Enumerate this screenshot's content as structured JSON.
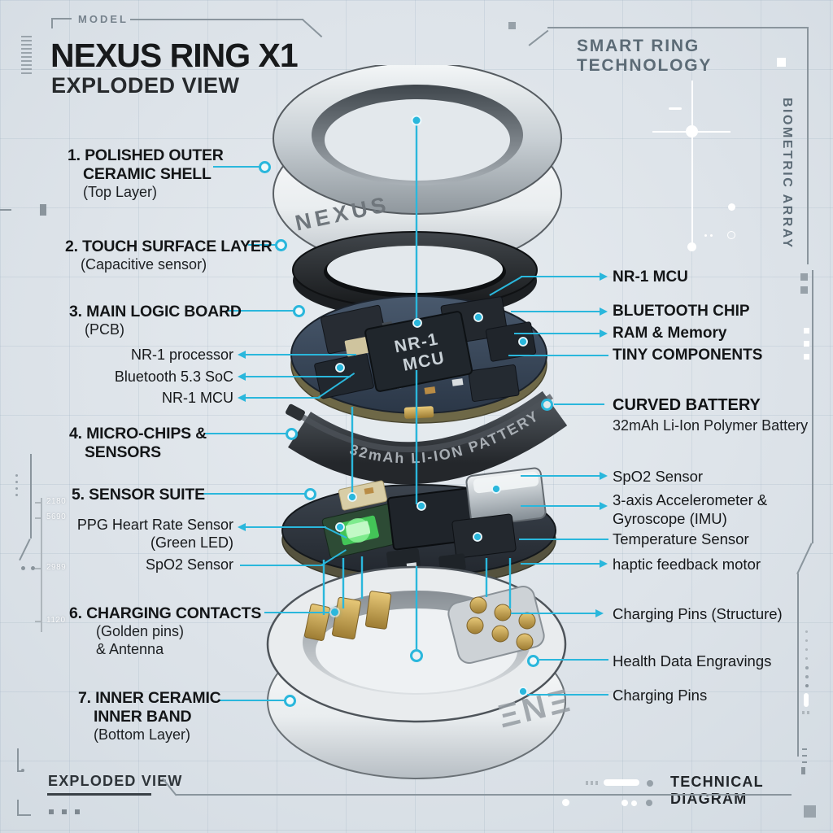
{
  "header": {
    "model_label": "MODEL",
    "title": "NEXUS RING X1",
    "subtitle": "EXPLODED VIEW",
    "tagline": "SMART RING TECHNOLOGY",
    "side_label": "BIOMETRIC ARRAY"
  },
  "footer": {
    "left_label": "EXPLODED VIEW",
    "right_label": "TECHNICAL DIAGRAM"
  },
  "ring": {
    "engraving_top": "NEXUS",
    "chip_line1": "NR-1",
    "chip_line2": "MCU",
    "battery_text": "32mAh LI-ION PATTERY",
    "engraving_bottom": "ΞNΞ"
  },
  "ruler": {
    "ticks": [
      "2180",
      "5690",
      "2989",
      "1120"
    ]
  },
  "left_labels": [
    {
      "lines": [
        "1. POLISHED OUTER",
        "CERAMIC SHELL"
      ],
      "sub": [
        "(Top Layer)"
      ]
    },
    {
      "lines": [
        "2. TOUCH SURFACE LAYER"
      ],
      "sub": [
        "(Capacitive sensor)"
      ]
    },
    {
      "lines": [
        "3. MAIN LOGIC BOARD"
      ],
      "sub": [
        "(PCB)"
      ]
    },
    {
      "lines": [
        "4. MICRO-CHIPS &",
        "SENSORS"
      ],
      "sub": []
    },
    {
      "lines": [
        "5. SENSOR SUITE"
      ],
      "sub": []
    },
    {
      "lines": [
        "6. CHARGING CONTACTS"
      ],
      "sub": [
        "(Golden pins)",
        "& Antenna"
      ]
    },
    {
      "lines": [
        "7. INNER CERAMIC",
        "INNER BAND"
      ],
      "sub": [
        "(Bottom Layer)"
      ]
    }
  ],
  "left_sublabels": [
    {
      "lines": [
        "NR-1 processor"
      ]
    },
    {
      "lines": [
        "Bluetooth 5.3 SoC"
      ]
    },
    {
      "lines": [
        "NR-1 MCU"
      ]
    },
    {
      "lines": [
        "PPG Heart Rate Sensor",
        "(Green LED)"
      ]
    },
    {
      "lines": [
        "SpO2 Sensor"
      ]
    }
  ],
  "right_labels": [
    {
      "lines": [
        "NR-1 MCU"
      ]
    },
    {
      "lines": [
        "BLUETOOTH CHIP"
      ]
    },
    {
      "lines": [
        "RAM & Memory"
      ]
    },
    {
      "lines": [
        "TINY COMPONENTS"
      ]
    },
    {
      "title": "CURVED BATTERY",
      "sub": "32mAh Li-Ion Polymer Battery"
    },
    {
      "lines": [
        "SpO2 Sensor"
      ]
    },
    {
      "lines": [
        "3-axis Accelerometer &",
        "Gyroscope (IMU)"
      ]
    },
    {
      "lines": [
        "Temperature Sensor"
      ]
    },
    {
      "lines": [
        "haptic feedback motor"
      ]
    },
    {
      "lines": [
        "Charging Pins (Structure)"
      ]
    },
    {
      "lines": [
        "Health Data Engravings"
      ]
    },
    {
      "lines": [
        "Charging Pins"
      ]
    }
  ],
  "colors": {
    "accent": "#2AB7DC",
    "text": "#16181A",
    "muted": "#5E6C77"
  }
}
